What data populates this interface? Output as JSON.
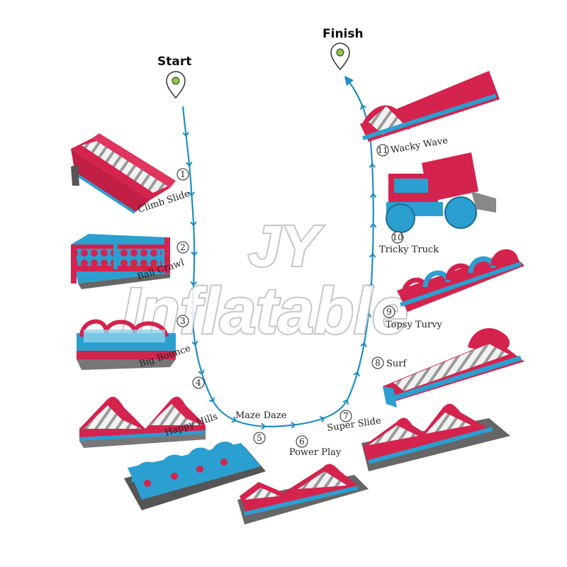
{
  "markers": {
    "start": "Start",
    "finish": "Finish"
  },
  "watermark": {
    "line1": "JY",
    "line2": "Inflatable"
  },
  "stations": [
    {
      "num": "1",
      "name": "Climb Slide"
    },
    {
      "num": "2",
      "name": "Ball Crawl"
    },
    {
      "num": "3",
      "name": "Big Bounce"
    },
    {
      "num": "4",
      "name": "Happy Hills"
    },
    {
      "num": "5",
      "name": "Maze Daze"
    },
    {
      "num": "6",
      "name": "Power Play"
    },
    {
      "num": "7",
      "name": "Super Slide"
    },
    {
      "num": "8",
      "name": "Surf"
    },
    {
      "num": "9",
      "name": "Topsy Turvy"
    },
    {
      "num": "10",
      "name": "Tricky Truck"
    },
    {
      "num": "11",
      "name": "Wacky Wave"
    }
  ],
  "colors": {
    "red": "#d4234d",
    "blue": "#2b9fd0",
    "path": "#1e8fc4",
    "white": "#f2f2f2",
    "gray": "#8a8a8a"
  }
}
